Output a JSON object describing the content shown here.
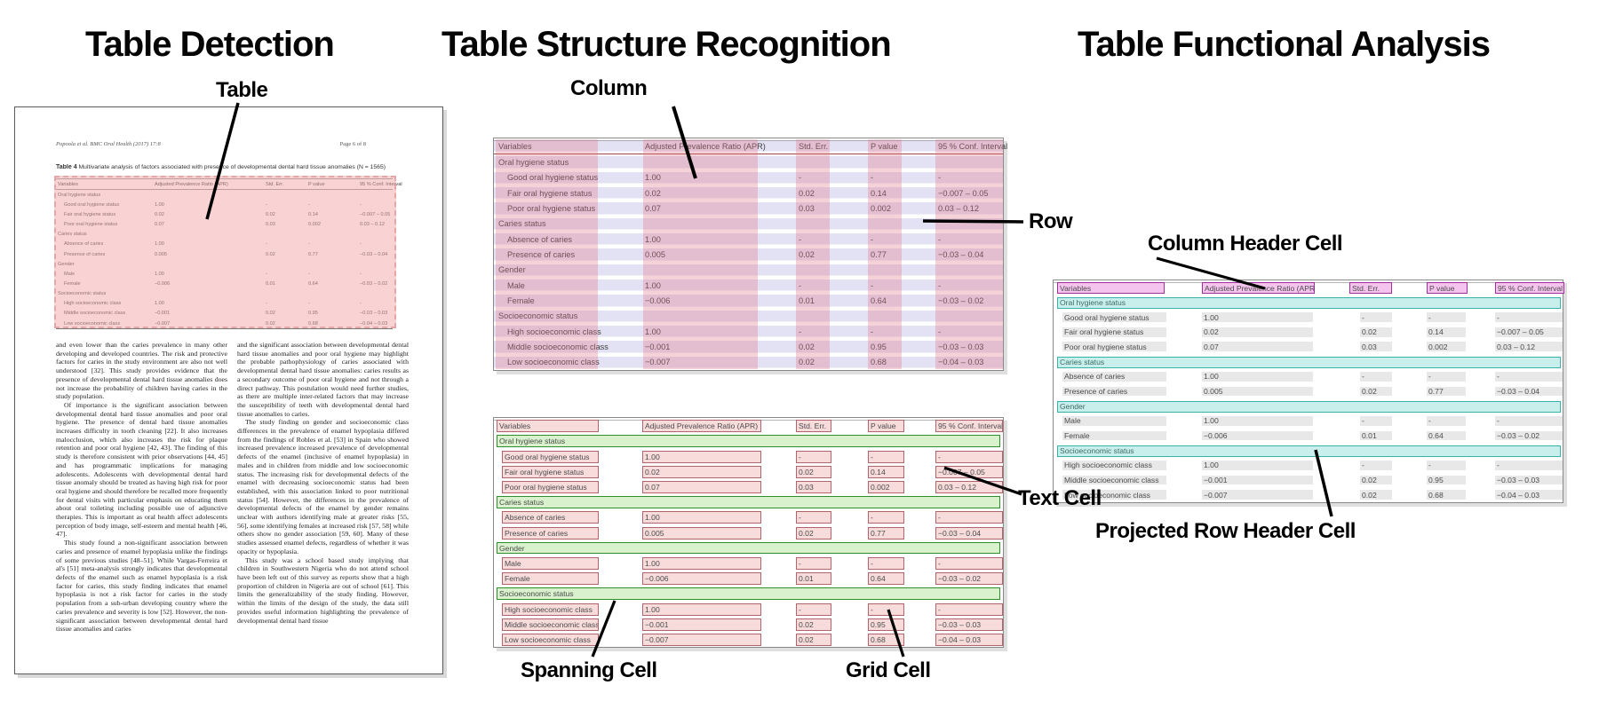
{
  "panels": {
    "detection": {
      "title": "Table Detection"
    },
    "structure": {
      "title": "Table Structure Recognition"
    },
    "functional": {
      "title": "Table Functional Analysis"
    }
  },
  "annotations": {
    "table": "Table",
    "column": "Column",
    "row": "Row",
    "text_cell": "Text Cell",
    "spanning_cell": "Spanning Cell",
    "grid_cell": "Grid Cell",
    "column_header_cell": "Column Header Cell",
    "projected_row_header_cell": "Projected Row Header Cell"
  },
  "document": {
    "header_left": "Popoola et al. BMC Oral Health  (2017) 17:8",
    "header_right": "Page 6 of 8",
    "caption_label": "Table 4",
    "caption_text": " Multivariate analysis of factors associated with presence of developmental dental hard tissue anomalies (N = 1565)",
    "body_left": [
      "and even lower than the caries prevalence in many other developing and developed countries. The risk and protective factors for caries in the study environment are also not well understood [32]. This study provides evidence that the presence of developmental dental hard tissue anomalies does not increase the probability of children having caries in the study population.",
      "Of importance is the significant association between developmental dental hard tissue anomalies and poor oral hygiene. The presence of dental hard tissue anomalies increases difficulty in tooth cleaning [22]. It also increases malocclusion, which also increases the risk for plaque retention and poor oral hygiene [42, 43]. The finding of this study is therefore consistent with prior observations [44, 45] and has programmatic implications for managing adolescents. Adolescents with developmental dental hard tissue anomaly should be treated as having high risk for poor oral hygiene and should therefore be recalled more frequently for dental visits with particular emphasis on educating them about oral toileting including possible use of adjunctive therapies. This is important as oral health affect adolescents perception of body image, self-esteem and mental health [46, 47].",
      "This study found a non-significant association between caries and presence of enamel hypoplasia unlike the findings of some previous studies [48–51]. While Vargas-Ferreira et al's [51] meta-analysis strongly indicates that developmental defects of the enamel such as enamel hypoplasia is a risk factor for caries, this study finding indicates that enamel hypoplasia is not a risk factor for caries in the study population from a sub-urban developing country where the caries prevalence and severity is low [52]. However, the non-significant association between developmental dental hard tissue anomalies and caries"
    ],
    "body_right": [
      "and the significant association between developmental dental hard tissue anomalies and poor oral hygiene may highlight the probable pathophysiology of caries associated with developmental dental hard tissue anomalies: caries results as a secondary outcome of poor oral hygiene and not through a direct pathway. This postulation would need further studies, as there are multiple inter-related factors that may increase the susceptibility of teeth with developmental dental hard tissue anomalies to caries.",
      "The study finding on gender and socioeconomic class differences in the prevalence of enamel hypoplasia differed from the findings of Robles et al. [53] in Spain who showed increased prevalence increased prevalence of developmental defects of the enamel (inclusive of enamel hypoplasia) in males and in children from middle and low socioeconomic status. The increasing risk for developmental defects of the enamel with decreasing socioeconomic status had been established, with this association linked to poor nutritional status [54]. However, the differences in the prevalence of developmental defects of the enamel by gender remains unclear with authors identifying male at greater risks [55, 56], some identifying females at increased risk [57, 58] while others show no gender association [59, 60]. Many of these studies assessed enamel defects, regardless of whether it was opacity or hypoplasia.",
      "This study was a school based study implying that children in Southwestern Nigeria who do not attend school have been left out of this survey as reports show that a high proportion of children in Nigeria are out of school [61]. This limits the generalizability of the study finding. However, within the limits of the design of the study, the data still provides useful information highlighting the prevalence of developmental dental hard tissue"
    ]
  },
  "table": {
    "headers": [
      "Variables",
      "Adjusted Prevalence Ratio (APR)",
      "Std. Err.",
      "P value",
      "95 % Conf. Interval"
    ],
    "rows": [
      {
        "type": "section",
        "label": "Oral hygiene status"
      },
      {
        "type": "data",
        "label": "Good oral hygiene status",
        "values": [
          "1.00",
          "-",
          "-",
          "-"
        ]
      },
      {
        "type": "data",
        "label": "Fair oral hygiene status",
        "values": [
          "0.02",
          "0.02",
          "0.14",
          "−0.007 – 0.05"
        ]
      },
      {
        "type": "data",
        "label": "Poor oral hygiene status",
        "values": [
          "0.07",
          "0.03",
          "0.002",
          "0.03 – 0.12"
        ]
      },
      {
        "type": "section",
        "label": "Caries status"
      },
      {
        "type": "data",
        "label": "Absence of caries",
        "values": [
          "1.00",
          "-",
          "-",
          "-"
        ]
      },
      {
        "type": "data",
        "label": "Presence of caries",
        "values": [
          "0.005",
          "0.02",
          "0.77",
          "−0.03 – 0.04"
        ]
      },
      {
        "type": "section",
        "label": "Gender"
      },
      {
        "type": "data",
        "label": "Male",
        "values": [
          "1.00",
          "-",
          "-",
          "-"
        ]
      },
      {
        "type": "data",
        "label": "Female",
        "values": [
          "−0.006",
          "0.01",
          "0.64",
          "−0.03 – 0.02"
        ]
      },
      {
        "type": "section",
        "label": "Socioeconomic status"
      },
      {
        "type": "data",
        "label": "High socioeconomic class",
        "values": [
          "1.00",
          "-",
          "-",
          "-"
        ]
      },
      {
        "type": "data",
        "label": "Middle socioeconomic class",
        "values": [
          "−0.001",
          "0.02",
          "0.95",
          "−0.03 – 0.03"
        ]
      },
      {
        "type": "data",
        "label": "Low socioeconomic class",
        "values": [
          "−0.007",
          "0.02",
          "0.68",
          "−0.04 – 0.03"
        ]
      }
    ]
  },
  "colors": {
    "detection_overlay_fill": "#F2A0A0",
    "detection_overlay_border": "#C43C3C",
    "column_band": "#E07589",
    "row_band": "#9C9CD6",
    "cell_box_border": "#B2646C",
    "cell_box_fill": "#F8DCDC",
    "spanning_cell_border": "#2E8E2E",
    "spanning_cell_fill": "#D9F2CD",
    "column_header_border": "#A2309C",
    "column_header_fill": "#F5C4EE",
    "projected_row_border": "#38B2AC",
    "projected_row_fill": "#C8EFEC",
    "text_cell_bar": "#E8E8E8"
  }
}
